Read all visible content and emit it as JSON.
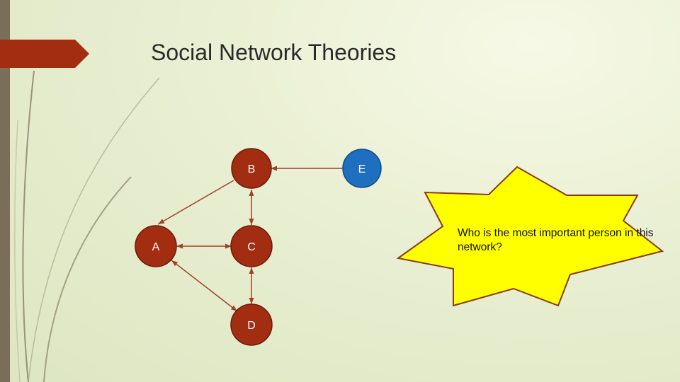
{
  "slide": {
    "title": "Social Network Theories"
  },
  "colors": {
    "node_fill": "#a32d10",
    "node_stroke": "#6b1d0a",
    "highlight_fill": "#1f6fc1",
    "highlight_stroke": "#0f4a8a",
    "edge": "#a0412a",
    "callout_fill": "#ffff00",
    "callout_stroke": "#8a3a1c",
    "accent_tab": "#a32d10"
  },
  "network": {
    "nodes": [
      {
        "id": "B",
        "label": "B",
        "highlight": false
      },
      {
        "id": "E",
        "label": "E",
        "highlight": true
      },
      {
        "id": "A",
        "label": "A",
        "highlight": false
      },
      {
        "id": "C",
        "label": "C",
        "highlight": false
      },
      {
        "id": "D",
        "label": "D",
        "highlight": false
      }
    ],
    "edges": [
      {
        "from": "E",
        "to": "B",
        "direction": "to"
      },
      {
        "from": "B",
        "to": "A",
        "direction": "to"
      },
      {
        "from": "B",
        "to": "C",
        "direction": "both"
      },
      {
        "from": "A",
        "to": "C",
        "direction": "both"
      },
      {
        "from": "C",
        "to": "D",
        "direction": "both"
      },
      {
        "from": "A",
        "to": "D",
        "direction": "both"
      }
    ]
  },
  "callout": {
    "text": "Who is the most important person in this network?"
  }
}
